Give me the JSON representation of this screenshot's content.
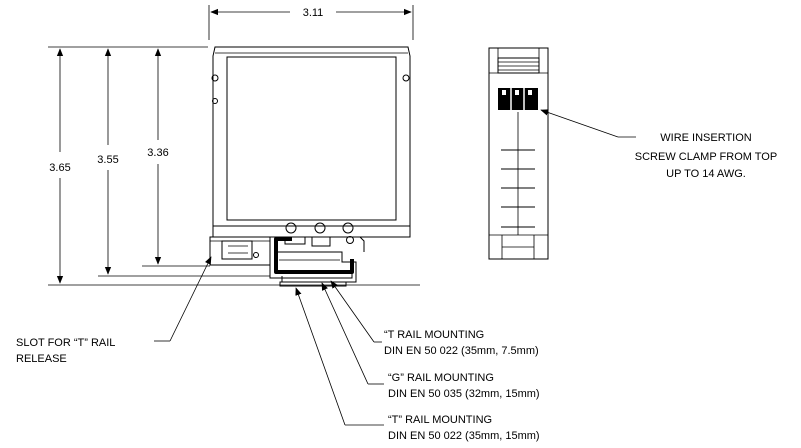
{
  "dimensions": {
    "width": "3.11",
    "height_overall": "3.65",
    "height_mid": "3.55",
    "height_inner": "3.36"
  },
  "notes": {
    "wire": [
      "WIRE INSERTION",
      "SCREW CLAMP FROM TOP",
      "UP TO 14 AWG."
    ],
    "slot": [
      "SLOT FOR “T” RAIL",
      "RELEASE"
    ],
    "t_rail_75": [
      "“T RAIL MOUNTING",
      "DIN EN 50 022 (35mm, 7.5mm)"
    ],
    "g_rail": [
      "“G” RAIL MOUNTING",
      "DIN EN 50 035 (32mm, 15mm)"
    ],
    "t_rail_15": [
      "“T” RAIL MOUNTING",
      "DIN EN 50 022 (35mm, 15mm)"
    ]
  }
}
